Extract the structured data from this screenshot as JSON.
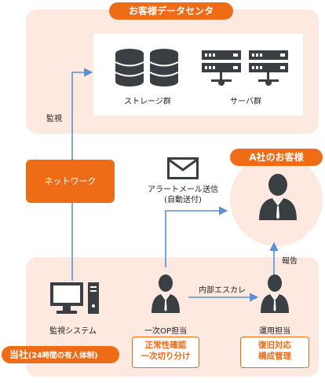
{
  "colors": {
    "accent": "#ef6c17",
    "zone": "#fde9df",
    "line": "#5b8fd6",
    "icon": "#3a3f44"
  },
  "datacenter": {
    "title": "お客様データセンタ",
    "storage_label": "ストレージ群",
    "server_label": "サーバ群"
  },
  "network": {
    "label": "ネットワーク",
    "monitor_label": "監視"
  },
  "customer": {
    "title": "A社のお客様"
  },
  "mail": {
    "label_line1": "アラートメール送信",
    "label_line2": "(自動送付)"
  },
  "company": {
    "title": "当社",
    "title_sub": "(24時間の有人体制)",
    "monitor_system_label": "監視システム",
    "first_op_label": "一次OP担当",
    "first_op_tags": [
      "正常性確認",
      "一次切り分け"
    ],
    "escalation_label": "内部エスカレ",
    "ops_label": "運用担当",
    "ops_tags": [
      "復旧対応",
      "構成管理"
    ],
    "report_label": "報告"
  }
}
